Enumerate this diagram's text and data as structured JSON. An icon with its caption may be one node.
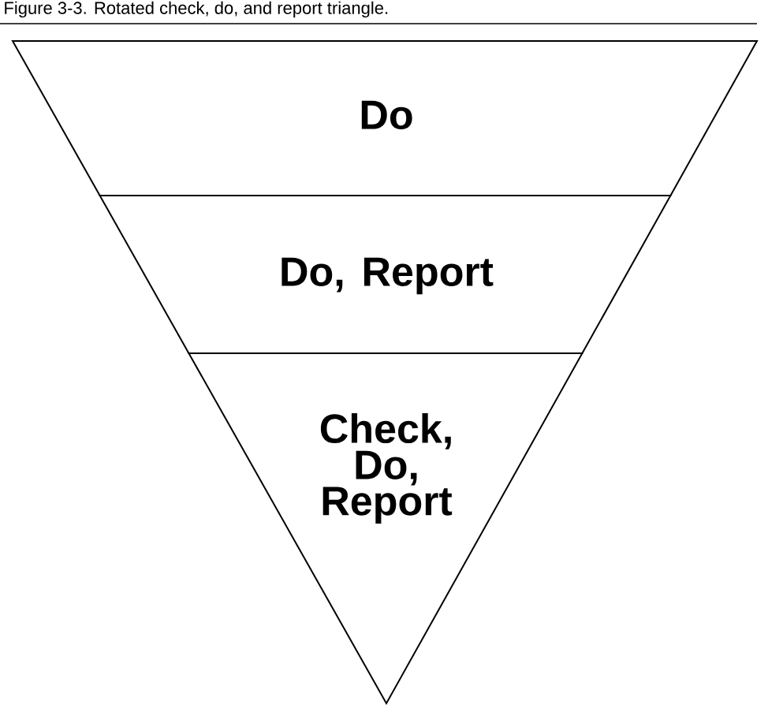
{
  "diagram": {
    "caption": "Figure 3-3.  Rotated check, do, and report triangle.",
    "nodes": [
      {
        "text": [
          "Do"
        ]
      },
      {
        "text": [
          "Do, Report"
        ]
      },
      {
        "text": [
          "Check, Do, Report"
        ]
      }
    ]
  }
}
